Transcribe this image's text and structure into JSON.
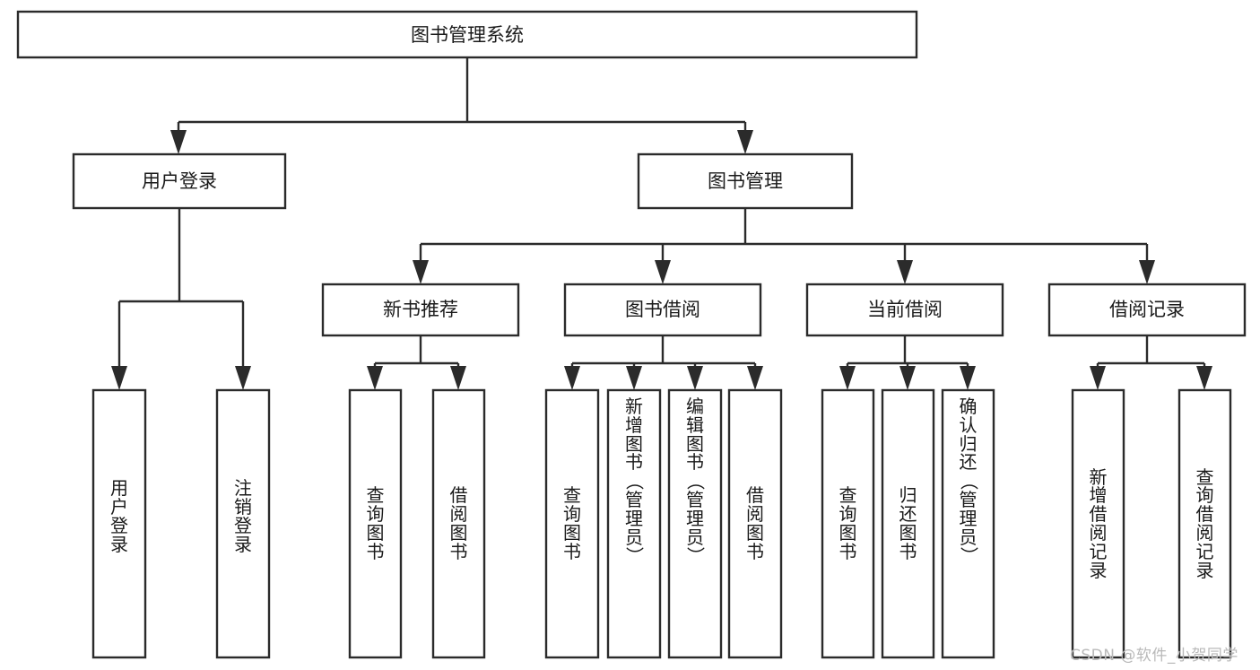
{
  "diagram": {
    "type": "tree-hierarchy-flowchart",
    "title": "图书管理系统",
    "orientation": "top-down",
    "colors": {
      "box_stroke": "#2b2b2b",
      "box_fill": "#ffffff",
      "connector": "#2b2b2b",
      "text": "#1a1a1a",
      "background": "#ffffff",
      "watermark": "#b9b9b9"
    },
    "root": {
      "label": "图书管理系统"
    },
    "level2": [
      {
        "label": "用户登录"
      },
      {
        "label": "图书管理"
      }
    ],
    "level3": [
      {
        "label": "新书推荐"
      },
      {
        "label": "图书借阅"
      },
      {
        "label": "当前借阅"
      },
      {
        "label": "借阅记录"
      }
    ],
    "leaves": {
      "user_login": [
        {
          "label": "用户登录"
        },
        {
          "label": "注销登录"
        }
      ],
      "new_book_recommend": [
        {
          "label": "查询图书"
        },
        {
          "label": "借阅图书"
        }
      ],
      "book_borrow": [
        {
          "label": "查询图书"
        },
        {
          "label": "新增图书（管理员）"
        },
        {
          "label": "编辑图书（管理员）"
        },
        {
          "label": "借阅图书"
        }
      ],
      "current_borrow": [
        {
          "label": "查询图书"
        },
        {
          "label": "归还图书"
        },
        {
          "label": "确认归还（管理员）"
        }
      ],
      "borrow_record": [
        {
          "label": "新增借阅记录"
        },
        {
          "label": "查询借阅记录"
        }
      ]
    },
    "watermark": "CSDN @软件_小贺同学"
  }
}
